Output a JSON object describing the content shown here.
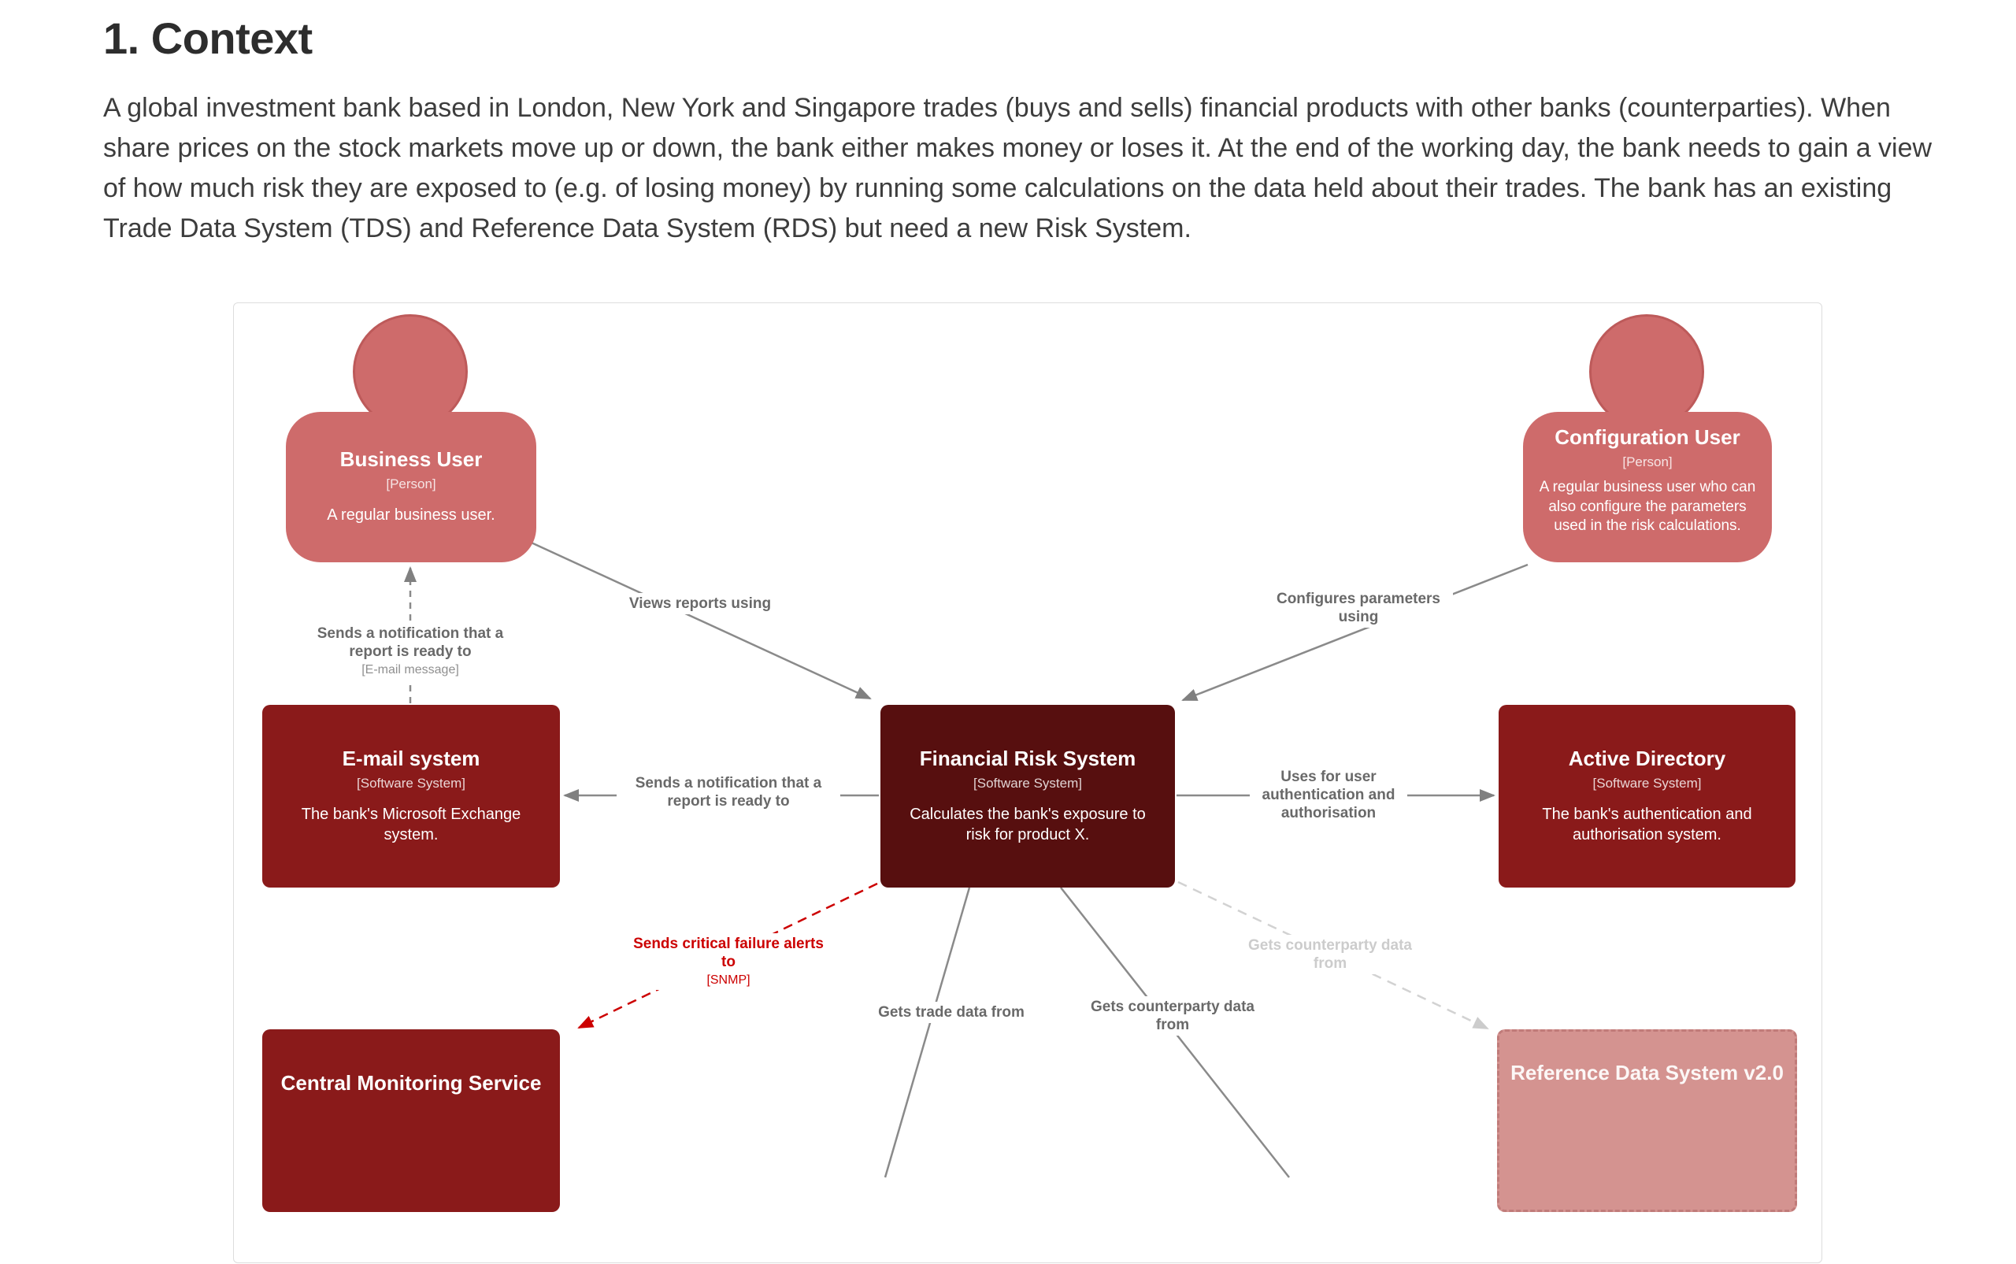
{
  "page": {
    "heading": "1. Context",
    "intro": "A global investment bank based in London, New York and Singapore trades (buys and sells) financial products with other banks (counterparties). When share prices on the stock markets move up or down, the bank either makes money or loses it. At the end of the working day, the bank needs to gain a view of how much risk they are exposed to (e.g. of losing money) by running some calculations on the data held about their trades. The bank has an existing Trade Data System (TDS) and Reference Data System (RDS) but need a new Risk System."
  },
  "diagram": {
    "nodes": {
      "business_user": {
        "name": "Business User",
        "meta": "[Person]",
        "desc": "A regular business user."
      },
      "configuration_user": {
        "name": "Configuration User",
        "meta": "[Person]",
        "desc": "A regular business user who can also configure the parameters used in the risk calculations."
      },
      "email_system": {
        "name": "E-mail system",
        "meta": "[Software System]",
        "desc": "The bank's Microsoft Exchange system."
      },
      "financial_risk_system": {
        "name": "Financial Risk System",
        "meta": "[Software System]",
        "desc": "Calculates the bank's exposure to risk for product X."
      },
      "active_directory": {
        "name": "Active Directory",
        "meta": "[Software System]",
        "desc": "The bank's authentication and authorisation system."
      },
      "central_monitoring_service": {
        "name": "Central Monitoring Service"
      },
      "reference_data_system_v2": {
        "name": "Reference Data System v2.0"
      }
    },
    "edges": {
      "views_reports": {
        "label": "Views reports using"
      },
      "report_ready_email": {
        "label": "Sends a notification that a report is ready to",
        "meta": "[E-mail message]"
      },
      "configures_parameters": {
        "label": "Configures parameters using"
      },
      "report_ready": {
        "label": "Sends a notification that a report is ready to"
      },
      "user_auth": {
        "label": "Uses for user authentication and authorisation"
      },
      "critical_alerts": {
        "label": "Sends critical failure alerts to",
        "meta": "[SNMP]"
      },
      "trade_data": {
        "label": "Gets trade data from"
      },
      "counterparty_data": {
        "label": "Gets counterparty data from"
      },
      "counterparty_data_future": {
        "label": "Gets counterparty data from"
      }
    },
    "colors": {
      "person": "#ce6b6b",
      "software_system": "#8a1a1a",
      "software_system_focus": "#570f0f",
      "software_system_future": "#d49390",
      "edge": "#8a8a8a",
      "edge_label": "#696969",
      "alert": "#cc0000",
      "faded_edge": "#cccccc"
    }
  }
}
